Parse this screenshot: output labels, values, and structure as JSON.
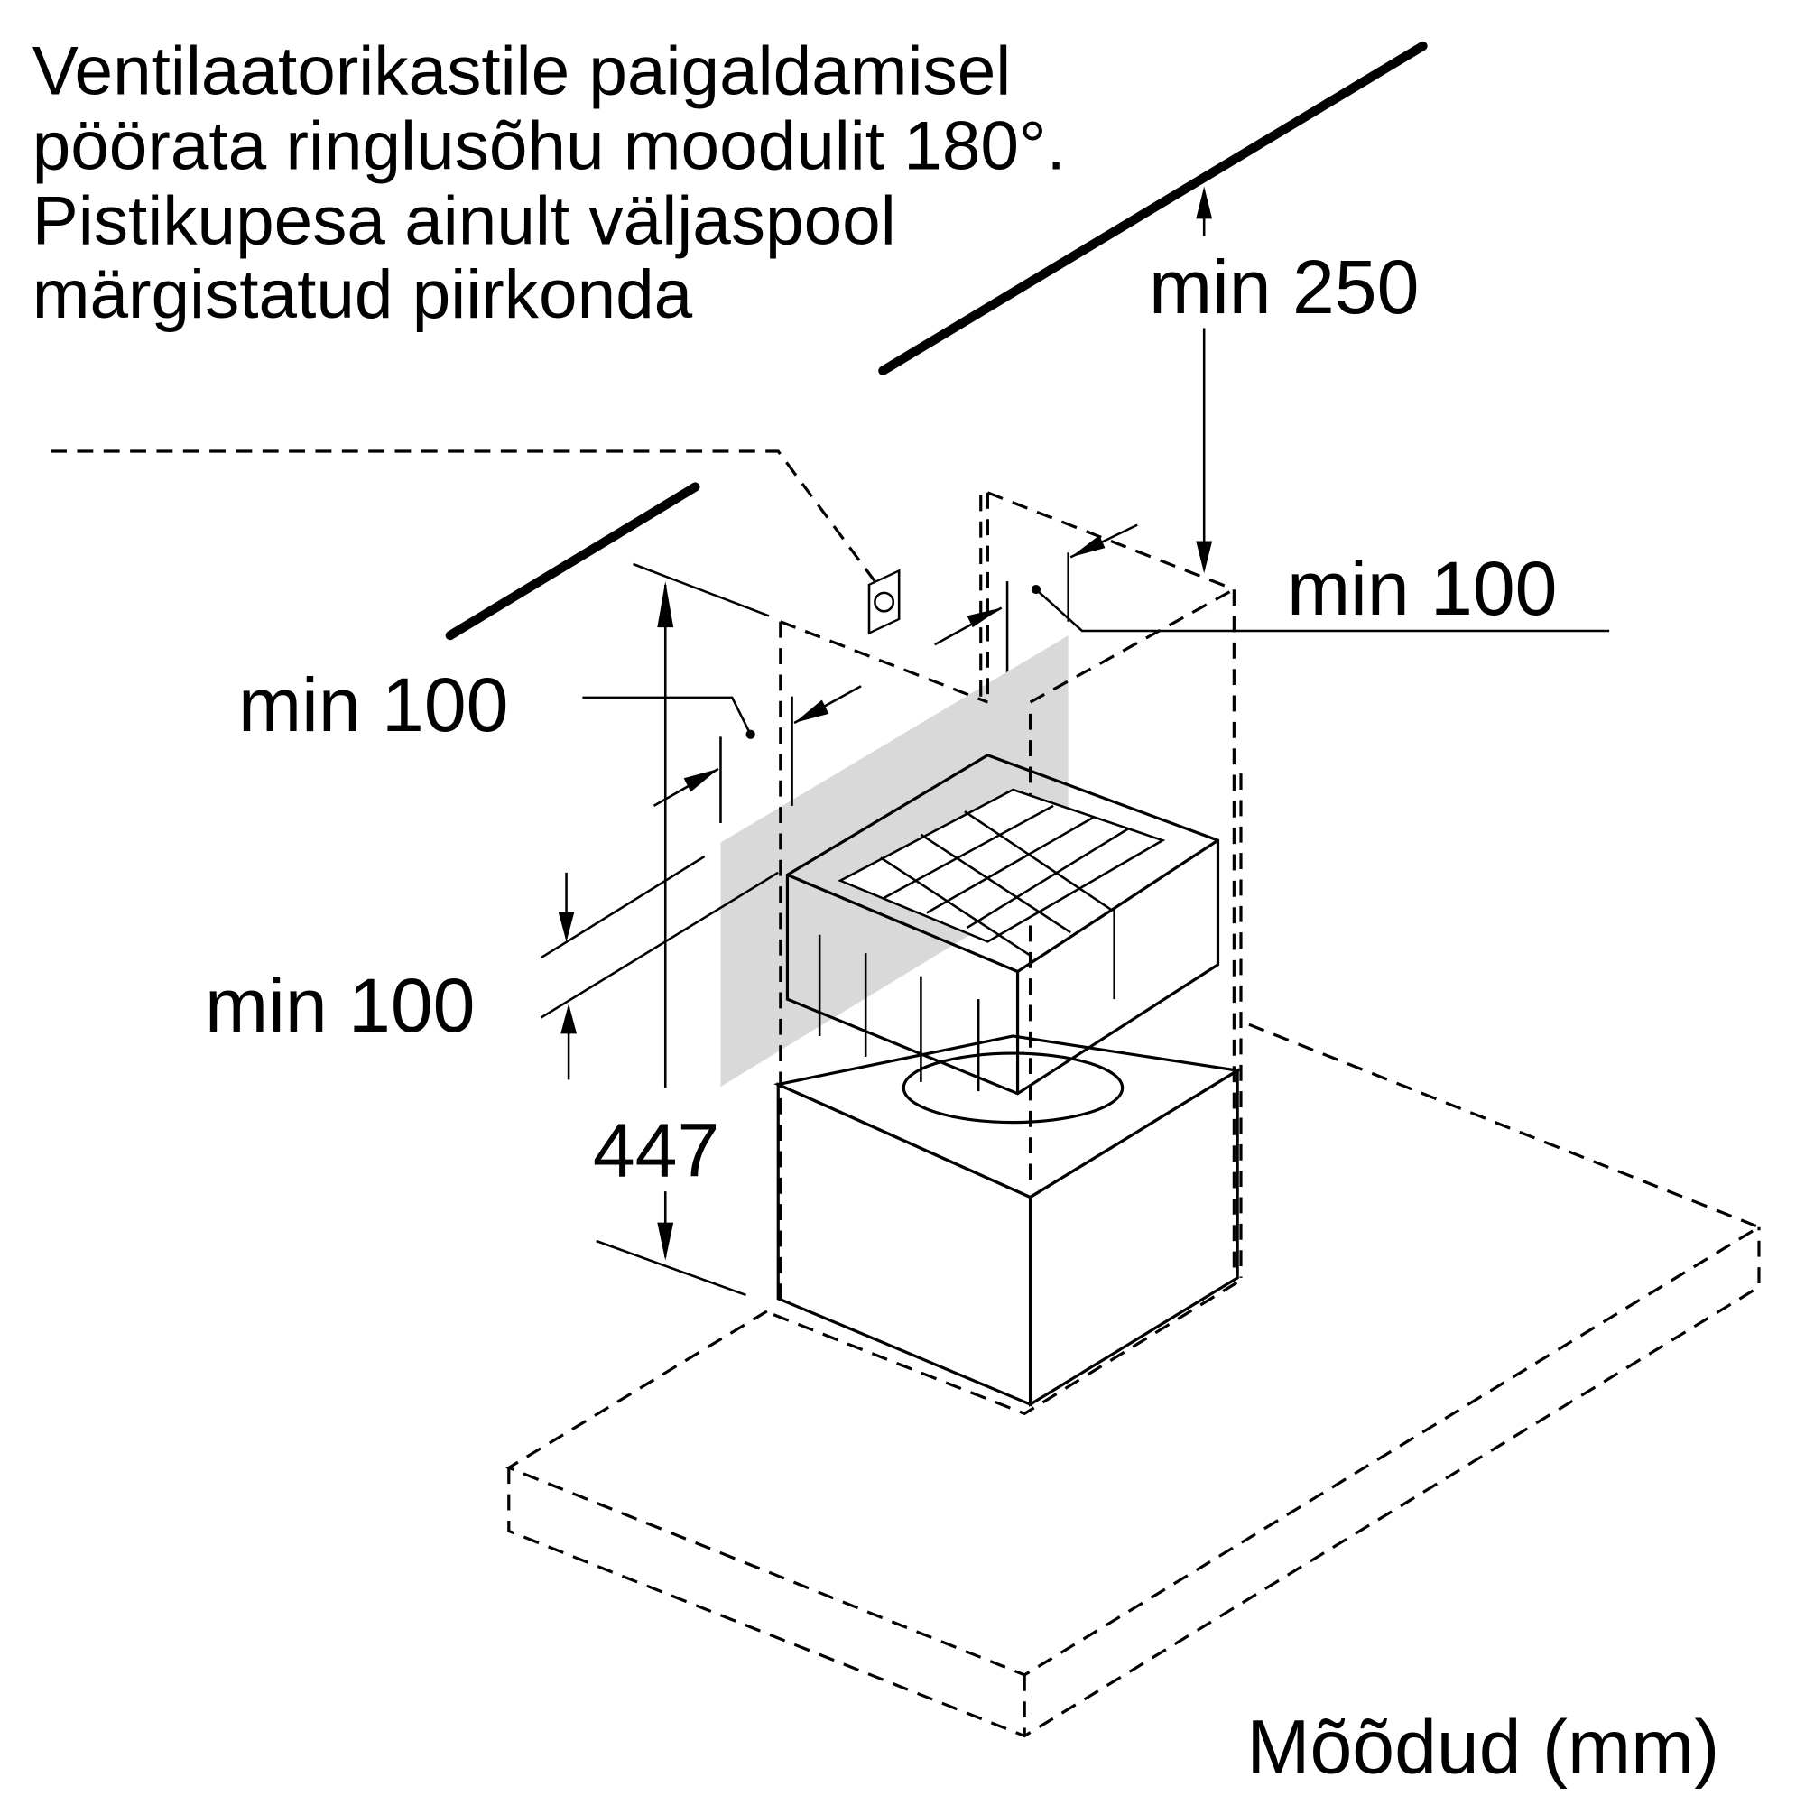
{
  "instructions": {
    "line1": "Ventilaatorikastile paigaldamisel",
    "line2": "pöörata ringlusõhu moodulit 180°.",
    "line3": "Pistikupesa ainult väljaspool",
    "line4": "märgistatud piirkonda"
  },
  "dimensions": {
    "ceiling_clearance": "min 250",
    "right_clearance": "min 100",
    "left_clearance": "min 100",
    "vertical_clearance": "min 100",
    "height": "447"
  },
  "units_label": "Mõõdud (mm)",
  "colors": {
    "socket_zone": "#d9d9d9",
    "line": "#000000"
  }
}
